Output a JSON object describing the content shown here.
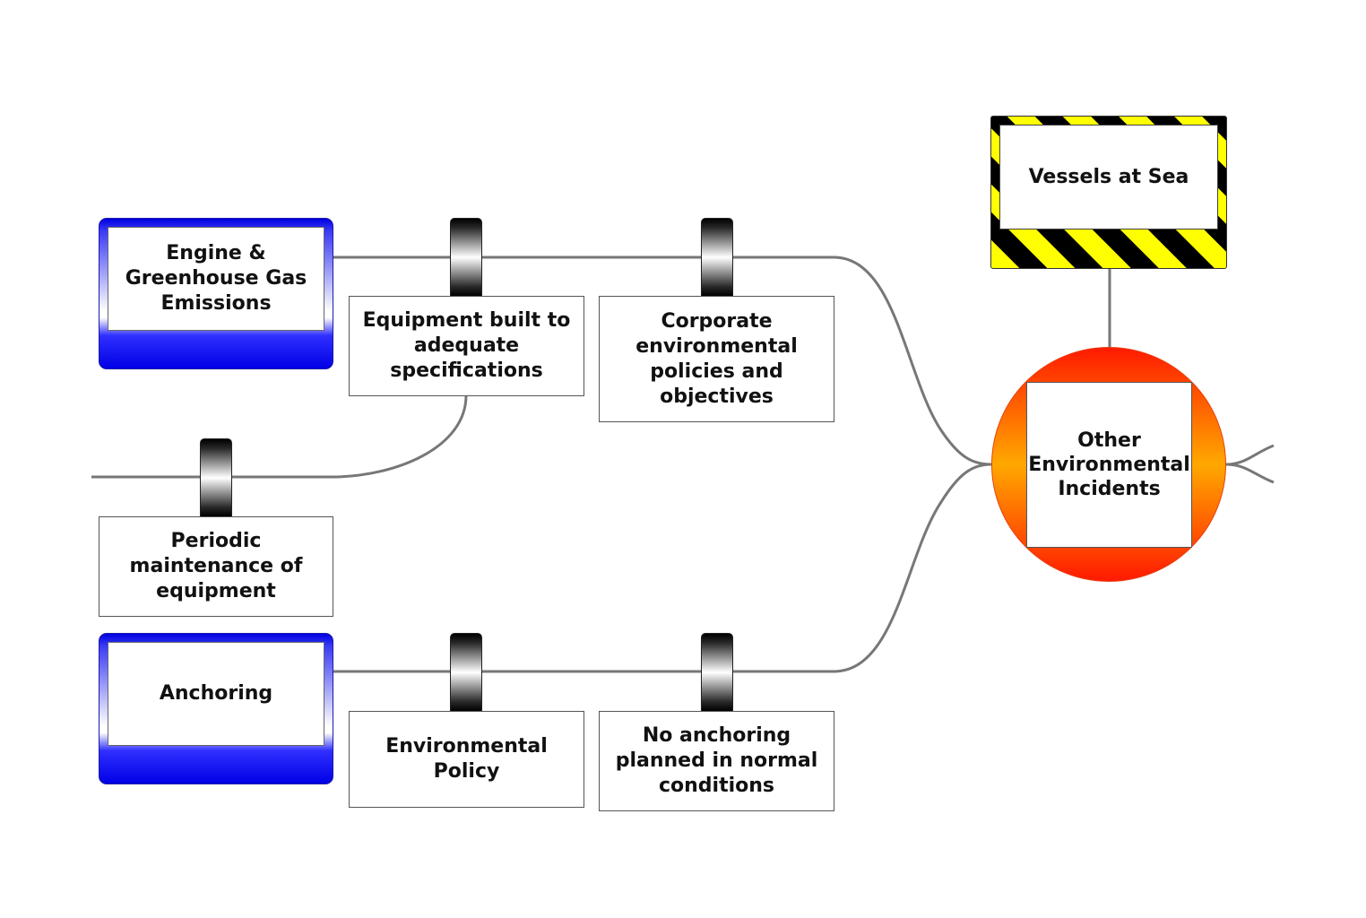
{
  "diagram": {
    "type": "bowtie",
    "hazard": {
      "label": "Vessels at Sea"
    },
    "top_event": {
      "label": "Other Environmental Incidents"
    },
    "threats": [
      {
        "label": "Engine & Greenhouse Gas Emissions"
      },
      {
        "label": "Anchoring"
      }
    ],
    "barriers": [
      {
        "label": "Equipment built to adequate specifications",
        "threat": "Engine & Greenhouse Gas Emissions"
      },
      {
        "label": "Corporate environmental policies and objectives",
        "threat": "Engine & Greenhouse Gas Emissions"
      },
      {
        "label": "Periodic maintenance of equipment",
        "threat": "Engine & Greenhouse Gas Emissions",
        "escalation_of": "Equipment built to adequate specifications"
      },
      {
        "label": "Environmental Policy",
        "threat": "Anchoring"
      },
      {
        "label": "No anchoring planned in normal conditions",
        "threat": "Anchoring"
      }
    ],
    "colors": {
      "threat": "#0000e6",
      "top_event_outer": "#ff1a00",
      "top_event_center": "#ffa800",
      "hazard_stripe_yellow": "#ffff00",
      "hazard_stripe_black": "#000000",
      "connector": "#777777"
    }
  }
}
